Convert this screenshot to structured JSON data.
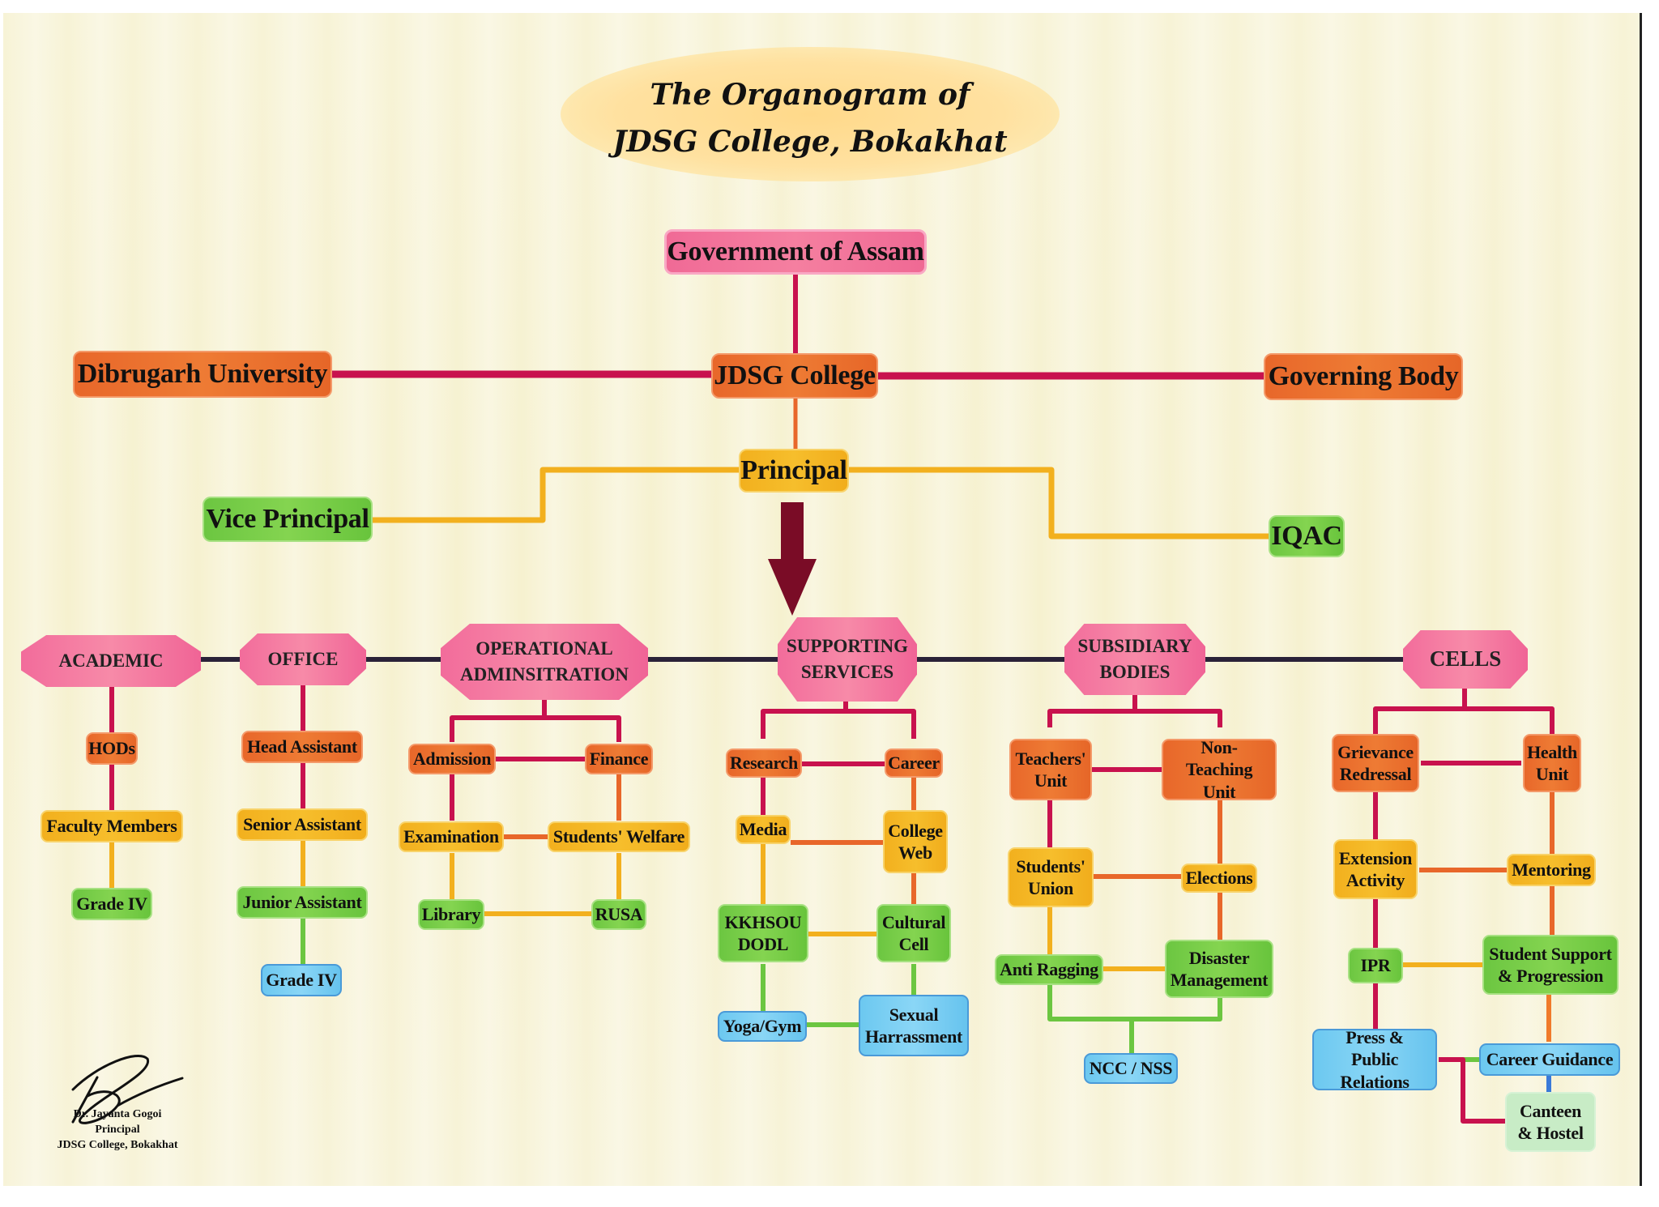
{
  "title": {
    "line1": "The Organogram of",
    "line2": "JDSG College, Bokakhat"
  },
  "top": {
    "government": "Government of Assam",
    "university": "Dibrugarh University",
    "college": "JDSG College",
    "governing_body": "Governing Body",
    "principal": "Principal",
    "vice_principal": "Vice Principal",
    "iqac": "IQAC"
  },
  "arrow_icon": "down-arrow-icon",
  "branches": {
    "academic": {
      "label": "ACADEMIC",
      "items": [
        "HODs",
        "Faculty Members",
        "Grade IV"
      ]
    },
    "office": {
      "label": "OFFICE",
      "items": [
        "Head Assistant",
        "Senior Assistant",
        "Junior Assistant",
        "Grade IV"
      ]
    },
    "operational": {
      "label_line1": "OPERATIONAL",
      "label_line2": "ADMINSITRATION",
      "items": [
        "Admission",
        "Finance",
        "Examination",
        "Students' Welfare",
        "Library",
        "RUSA"
      ]
    },
    "supporting": {
      "label_line1": "SUPPORTING",
      "label_line2": "SERVICES",
      "items": [
        "Research",
        "Career",
        "Media",
        "College Web",
        "KKHSOU DODL",
        "Cultural Cell",
        "Yoga/Gym",
        "Sexual Harrassment"
      ]
    },
    "subsidiary": {
      "label_line1": "SUBSIDIARY",
      "label_line2": "BODIES",
      "items": [
        "Teachers' Unit",
        "Non-Teaching Unit",
        "Students' Union",
        "Elections",
        "Anti Ragging",
        "Disaster Management",
        "NCC / NSS"
      ]
    },
    "cells": {
      "label": "CELLS",
      "items": [
        "Grievance Redressal",
        "Health Unit",
        "Extension Activity",
        "Mentoring",
        "IPR",
        "Student Support & Progression",
        "Press & Public Relations",
        "Career Guidance",
        "Canteen & Hostel"
      ]
    }
  },
  "signature": {
    "icon": "signature-icon",
    "name": "Dr. Jayanta Gogoi",
    "designation": "Principal",
    "institution": "JDSG College, Bokakhat"
  },
  "colors": {
    "level_top": "#f06a96",
    "level_1": "#e8672a",
    "level_2": "#f2b01e",
    "level_3": "#6cc641",
    "level_4": "#6cc8f0",
    "connector_primary": "#c8124e",
    "connector_principal": "#f2b01e",
    "connector_branches": "#2a2238",
    "arrow": "#7a0c26"
  }
}
